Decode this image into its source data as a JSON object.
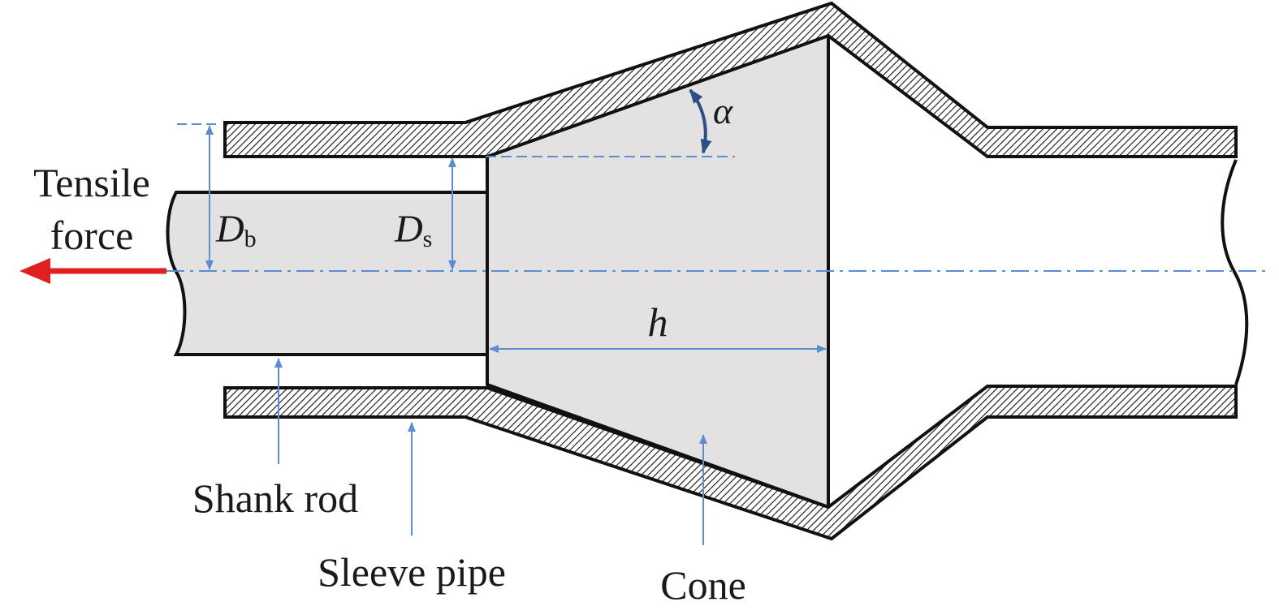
{
  "labels": {
    "tensile_line1": "Tensile",
    "tensile_line2": "force",
    "db_symbol": "D",
    "db_sub": "b",
    "ds_symbol": "D",
    "ds_sub": "s",
    "h_symbol": "h",
    "alpha_symbol": "α",
    "shank_rod": "Shank rod",
    "sleeve_pipe": "Sleeve pipe",
    "cone": "Cone"
  },
  "colors": {
    "outline": "#111111",
    "fill_gray": "#e3e1e2",
    "dimension_blue": "#5b8ed0",
    "angle_arrow": "#2b4f86",
    "force_arrow": "#e02020"
  }
}
